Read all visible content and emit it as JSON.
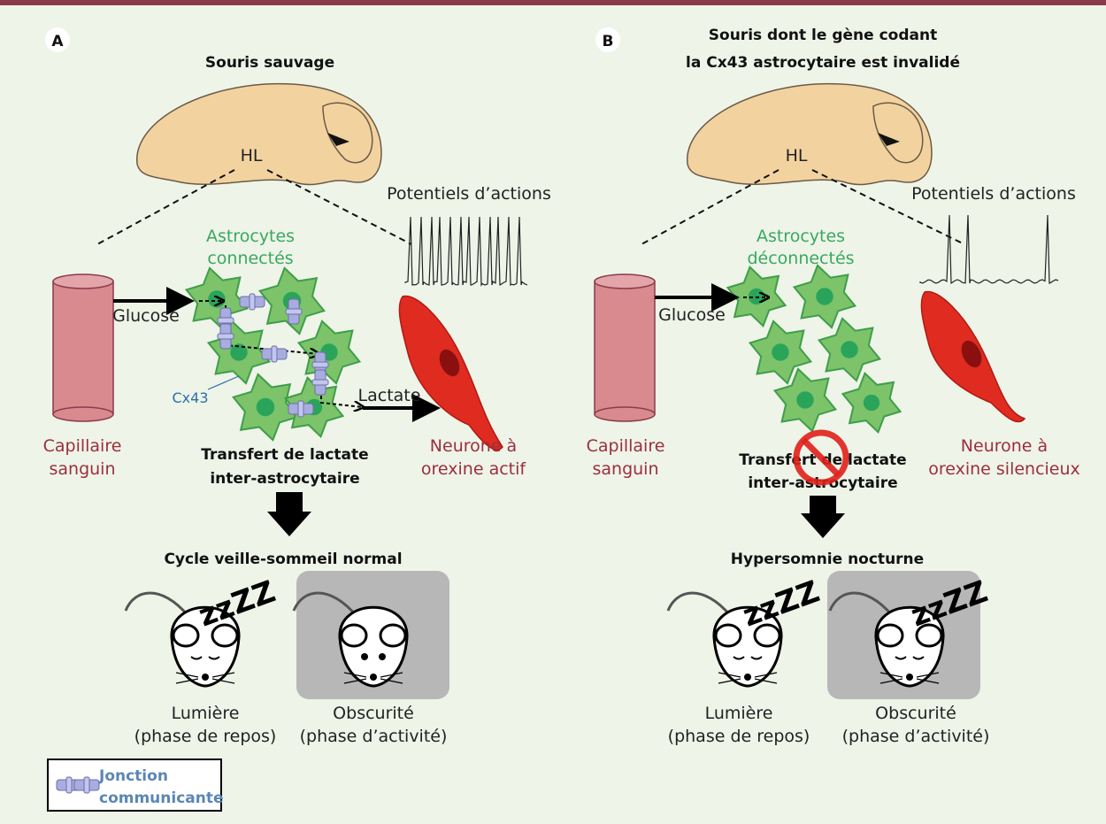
{
  "panel_a": {
    "label": "A",
    "title": "Souris sauvage",
    "region": "HL",
    "action_potentials": "Potentiels d’actions",
    "astrocytes": [
      "Astrocytes",
      "connectés"
    ],
    "glucose": "Glucose",
    "lactate": "Lactate",
    "cx43": "Cx43",
    "capillary": [
      "Capillaire",
      "sanguin"
    ],
    "neuron": [
      "Neurone à",
      "orexine actif"
    ],
    "transfer": [
      "Transfert de lactate",
      "inter-astrocytaire"
    ],
    "outcome": "Cycle veille-sommeil normal",
    "light": [
      "Lumière",
      "(phase de repos)"
    ],
    "dark": [
      "Obscurité",
      "(phase d’activité)"
    ],
    "sleep_text": "zzZZ"
  },
  "panel_b": {
    "label": "B",
    "title": [
      "Souris dont le gène codant",
      "la Cx43 astrocytaire est invalidé"
    ],
    "region": "HL",
    "action_potentials": "Potentiels d’actions",
    "astrocytes": [
      "Astrocytes",
      "déconnectés"
    ],
    "glucose": "Glucose",
    "capillary": [
      "Capillaire",
      "sanguin"
    ],
    "neuron": [
      "Neurone à",
      "orexine silencieux"
    ],
    "transfer": [
      "Transfert de lactate",
      "inter-astrocytaire"
    ],
    "outcome": "Hypersomnie nocturne",
    "light": [
      "Lumière",
      "(phase de repos)"
    ],
    "dark": [
      "Obscurité",
      "(phase d’activité)"
    ],
    "sleep_text": "zzZZ"
  },
  "legend": {
    "label": [
      "Jonction",
      "communicante"
    ],
    "icon": "gap-junction-icon"
  },
  "colors": {
    "header_bar": "#8b3a4a",
    "background": "#eef4e8",
    "astrocyte": "#7cc36a",
    "neuron": "#e02b20",
    "capillary": "#d98a8f",
    "label_red": "#9b2f3d",
    "label_green": "#3aa860",
    "label_blue": "#2d6ea8",
    "brain": "#f2d3a0",
    "dark_phase": "#b7b7b7"
  }
}
